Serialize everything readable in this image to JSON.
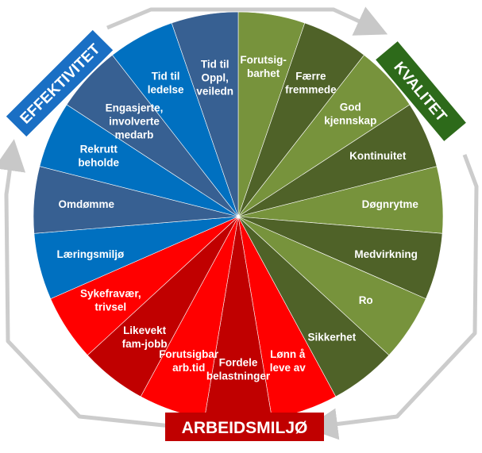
{
  "categories": {
    "effektivitet": {
      "label": "EFFEKTIVITET",
      "color": "#1a6fc4"
    },
    "kvalitet": {
      "label": "KVALITET",
      "color": "#2d6a1a"
    },
    "arbeidsmiljo": {
      "label": "ARBEIDSMILJØ",
      "color": "#c00000"
    }
  },
  "segments": [
    {
      "label": "Forutsig-\nbarhet",
      "color": "#77933c"
    },
    {
      "label": "Færre\nfremmede",
      "color": "#4f6228"
    },
    {
      "label": "God\nkjennskap",
      "color": "#77933c"
    },
    {
      "label": "Kontinuitet",
      "color": "#4f6228"
    },
    {
      "label": "Døgnrytme",
      "color": "#77933c"
    },
    {
      "label": "Medvirkning",
      "color": "#4f6228"
    },
    {
      "label": "Ro",
      "color": "#77933c"
    },
    {
      "label": "Sikkerhet",
      "color": "#4f6228"
    },
    {
      "label": "Lønn å\nleve av",
      "color": "#ff0000"
    },
    {
      "label": "Fordele\nbelastninger",
      "color": "#c00000"
    },
    {
      "label": "Forutsigbar\narb.tid",
      "color": "#ff0000"
    },
    {
      "label": "Likevekt\nfam-jobb",
      "color": "#c00000"
    },
    {
      "label": "Sykefravær,\ntrivsel",
      "color": "#ff0000"
    },
    {
      "label": "Læringsmiljø",
      "color": "#0070c0"
    },
    {
      "label": "Omdømme",
      "color": "#376092"
    },
    {
      "label": "Rekrutt\nbeholde",
      "color": "#0070c0"
    },
    {
      "label": "Engasjerte,\ninvolverte\nmedarb",
      "color": "#376092"
    },
    {
      "label": "Tid til\nledelse",
      "color": "#0070c0"
    },
    {
      "label": "Tid til\nOppl,\nveiledn",
      "color": "#376092"
    }
  ]
}
